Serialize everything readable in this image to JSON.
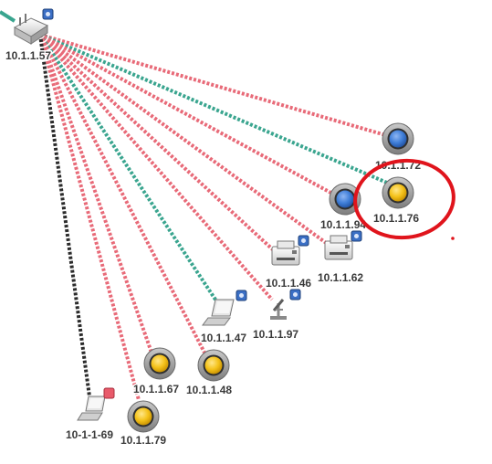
{
  "colors": {
    "link_red": "#e86a78",
    "link_green": "#3aa58f",
    "link_black": "#2b2b2b",
    "node_ring": "#9a9a9a",
    "node_blue": "#3f7ed8",
    "node_yellow": "#f4c21a",
    "highlight_red": "#e0141c",
    "badge_blue": "#3b6fc5",
    "badge_pink": "#e85a6a"
  },
  "map": {
    "root": {
      "label": "10.1.1.57",
      "icon": "router-icon"
    },
    "nodes": [
      {
        "key": "n72",
        "label": "10.1.1.72",
        "icon": "device-circle-blue-icon",
        "link_style": "red"
      },
      {
        "key": "n76",
        "label": "10.1.1.76",
        "icon": "device-circle-yellow-icon",
        "link_style": "green",
        "highlighted": true
      },
      {
        "key": "n94",
        "label": "10.1.1.94",
        "icon": "device-circle-blue-icon",
        "link_style": "red"
      },
      {
        "key": "n62",
        "label": "10.1.1.62",
        "icon": "printer-icon",
        "link_style": "red"
      },
      {
        "key": "n46",
        "label": "10.1.1.46",
        "icon": "printer-icon",
        "link_style": "red"
      },
      {
        "key": "n97",
        "label": "10.1.1.97",
        "icon": "microscope-icon",
        "link_style": "red"
      },
      {
        "key": "n47",
        "label": "10.1.1.47",
        "icon": "laptop-icon",
        "link_style": "green"
      },
      {
        "key": "n48",
        "label": "10.1.1.48",
        "icon": "device-circle-yellow-icon",
        "link_style": "red"
      },
      {
        "key": "n67",
        "label": "10.1.1.67",
        "icon": "device-circle-yellow-icon",
        "link_style": "red"
      },
      {
        "key": "n69",
        "label": "10-1-1-69",
        "icon": "laptop-icon",
        "link_style": "black"
      },
      {
        "key": "n79",
        "label": "10.1.1.79",
        "icon": "device-circle-yellow-icon",
        "link_style": "red"
      }
    ]
  }
}
